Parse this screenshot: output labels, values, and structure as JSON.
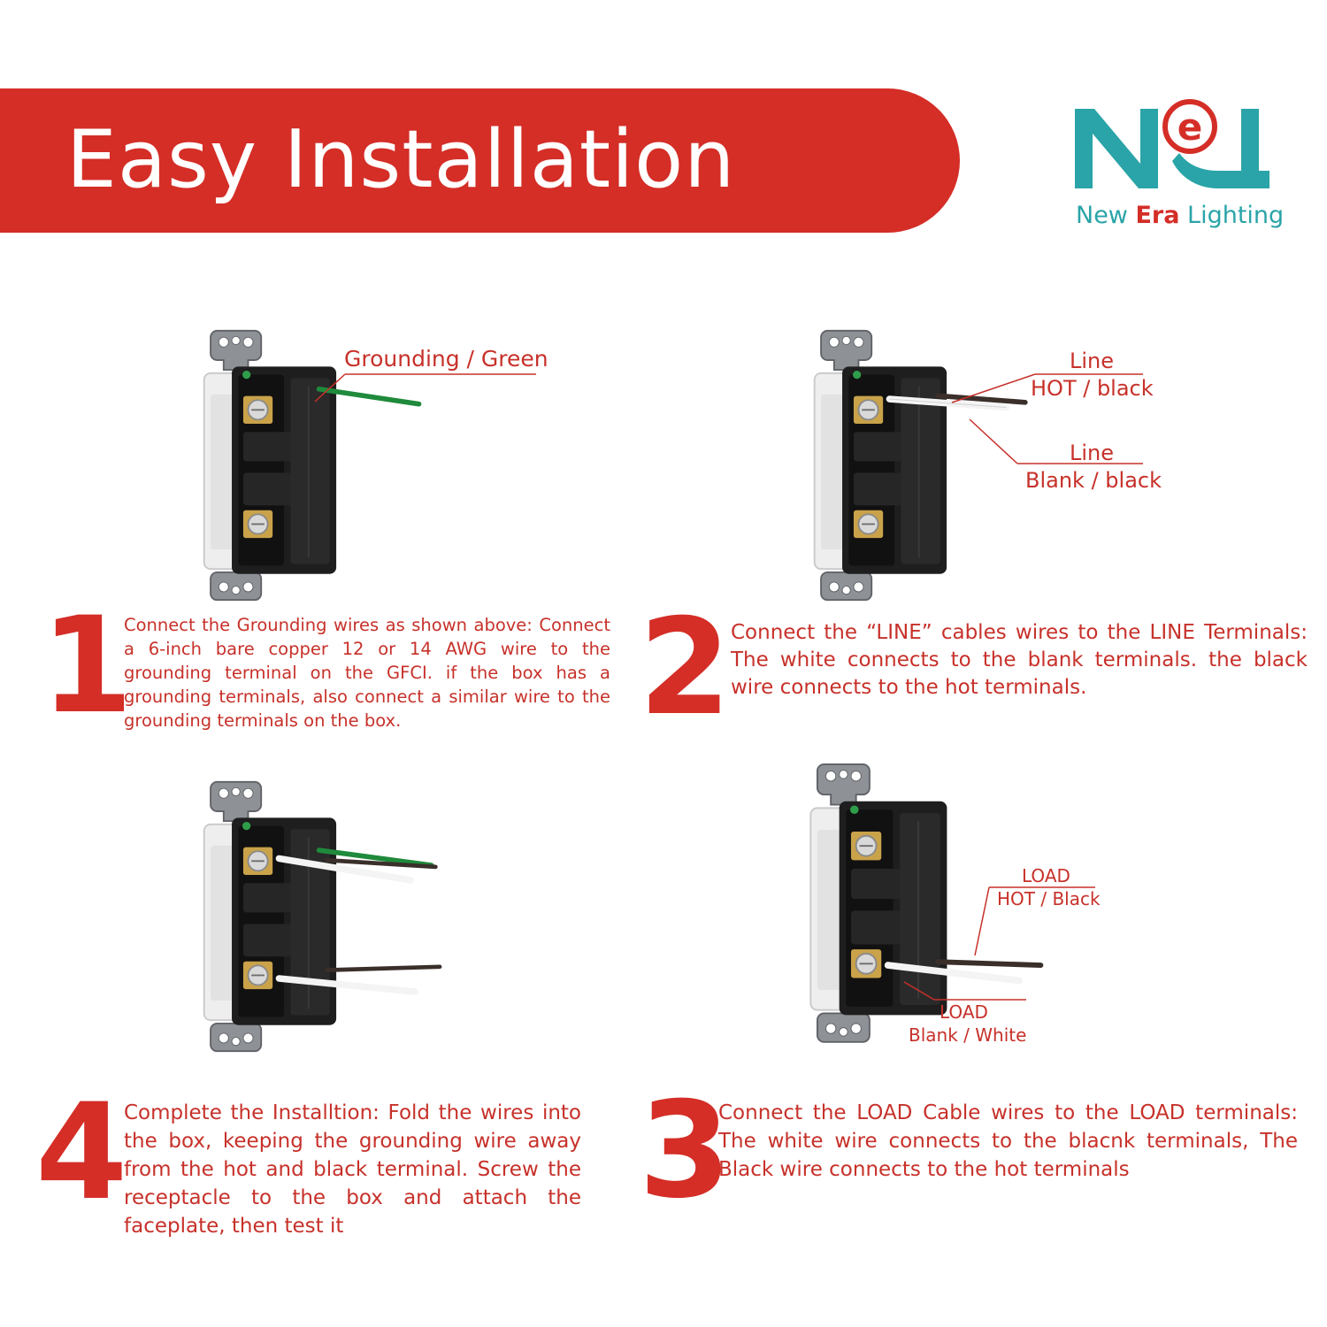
{
  "header": {
    "title": "Easy Installation"
  },
  "logo": {
    "mark": "NeL",
    "brand_pre": "New ",
    "brand_mid": "Era",
    "brand_post": " Lighting"
  },
  "callouts": {
    "grounding": "Grounding / Green",
    "line_hot_1": "Line",
    "line_hot_2": "HOT / black",
    "line_blank_1": "Line",
    "line_blank_2": "Blank / black",
    "load_hot_1": "LOAD",
    "load_hot_2": "HOT / Black",
    "load_blank_1": "LOAD",
    "load_blank_2": "Blank / White"
  },
  "steps": [
    {
      "number": "1",
      "text": "Connect the Grounding wires as shown above: Connect a 6-inch bare copper 12 or 14 AWG wire to the grounding terminal on the GFCI. if the box has a grounding terminals, also connect a similar wire to the grounding terminals on the box."
    },
    {
      "number": "2",
      "text": "Connect the “LINE” cables wires to the LINE Terminals: The white connects to the blank terminals. the black wire connects to the hot terminals."
    },
    {
      "number": "3",
      "text": "Connect the LOAD Cable wires to the LOAD terminals: The white wire connects to the blacnk terminals, The Black wire connects to the hot terminals"
    },
    {
      "number": "4",
      "text": "Complete the Installtion: Fold the wires into the box, keeping the grounding wire away from the hot and black terminal. Screw the receptacle to the box and attach the faceplate, then test it"
    }
  ],
  "colors": {
    "accent": "#d42e27",
    "text": "#c7312a",
    "teal": "#2aa4a8",
    "ground_wire": "#1f8a3b",
    "hot_wire": "#3a2f2a"
  }
}
